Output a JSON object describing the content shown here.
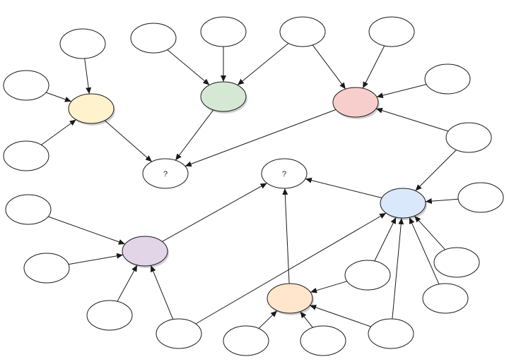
{
  "diagram": {
    "type": "concept-map",
    "question_mark": "?",
    "colors": {
      "yellow": "#fff2cc",
      "green": "#d5e8d4",
      "red": "#f8cecc",
      "blue": "#dae8fc",
      "purple": "#e1d5e7",
      "orange": "#ffe6cc",
      "white": "#ffffff",
      "stroke": "#1a1a1a"
    },
    "nodes": [
      {
        "id": "q1",
        "label": "?",
        "fill": "white"
      },
      {
        "id": "q2",
        "label": "?",
        "fill": "white"
      },
      {
        "id": "yellow",
        "label": "",
        "fill": "yellow"
      },
      {
        "id": "green",
        "label": "",
        "fill": "green"
      },
      {
        "id": "red",
        "label": "",
        "fill": "red"
      },
      {
        "id": "blue",
        "label": "",
        "fill": "blue"
      },
      {
        "id": "purple",
        "label": "",
        "fill": "purple"
      },
      {
        "id": "orange",
        "label": "",
        "fill": "orange"
      }
    ],
    "edges": [
      {
        "from": "w-y1",
        "to": "yellow"
      },
      {
        "from": "w-y2",
        "to": "yellow"
      },
      {
        "from": "w-y3",
        "to": "yellow"
      },
      {
        "from": "yellow",
        "to": "q1"
      },
      {
        "from": "w-g1",
        "to": "green"
      },
      {
        "from": "w-g2",
        "to": "green"
      },
      {
        "from": "w-top",
        "to": "green"
      },
      {
        "from": "green",
        "to": "q1"
      },
      {
        "from": "w-top",
        "to": "red"
      },
      {
        "from": "w-r1",
        "to": "red"
      },
      {
        "from": "w-r2",
        "to": "red"
      },
      {
        "from": "w-r3",
        "to": "red"
      },
      {
        "from": "red",
        "to": "q1"
      },
      {
        "from": "w-r3",
        "to": "blue"
      },
      {
        "from": "w-b1",
        "to": "blue"
      },
      {
        "from": "w-b2",
        "to": "blue"
      },
      {
        "from": "w-b3",
        "to": "blue"
      },
      {
        "from": "w-o1",
        "to": "blue"
      },
      {
        "from": "w-o4",
        "to": "blue"
      },
      {
        "from": "w-p4",
        "to": "blue"
      },
      {
        "from": "blue",
        "to": "q2"
      },
      {
        "from": "w-p1",
        "to": "purple"
      },
      {
        "from": "w-p2",
        "to": "purple"
      },
      {
        "from": "w-p3",
        "to": "purple"
      },
      {
        "from": "w-p4",
        "to": "purple"
      },
      {
        "from": "purple",
        "to": "q2"
      },
      {
        "from": "w-o1",
        "to": "orange"
      },
      {
        "from": "w-o2",
        "to": "orange"
      },
      {
        "from": "w-o3",
        "to": "orange"
      },
      {
        "from": "w-o4",
        "to": "orange"
      },
      {
        "from": "orange",
        "to": "q2"
      }
    ]
  }
}
